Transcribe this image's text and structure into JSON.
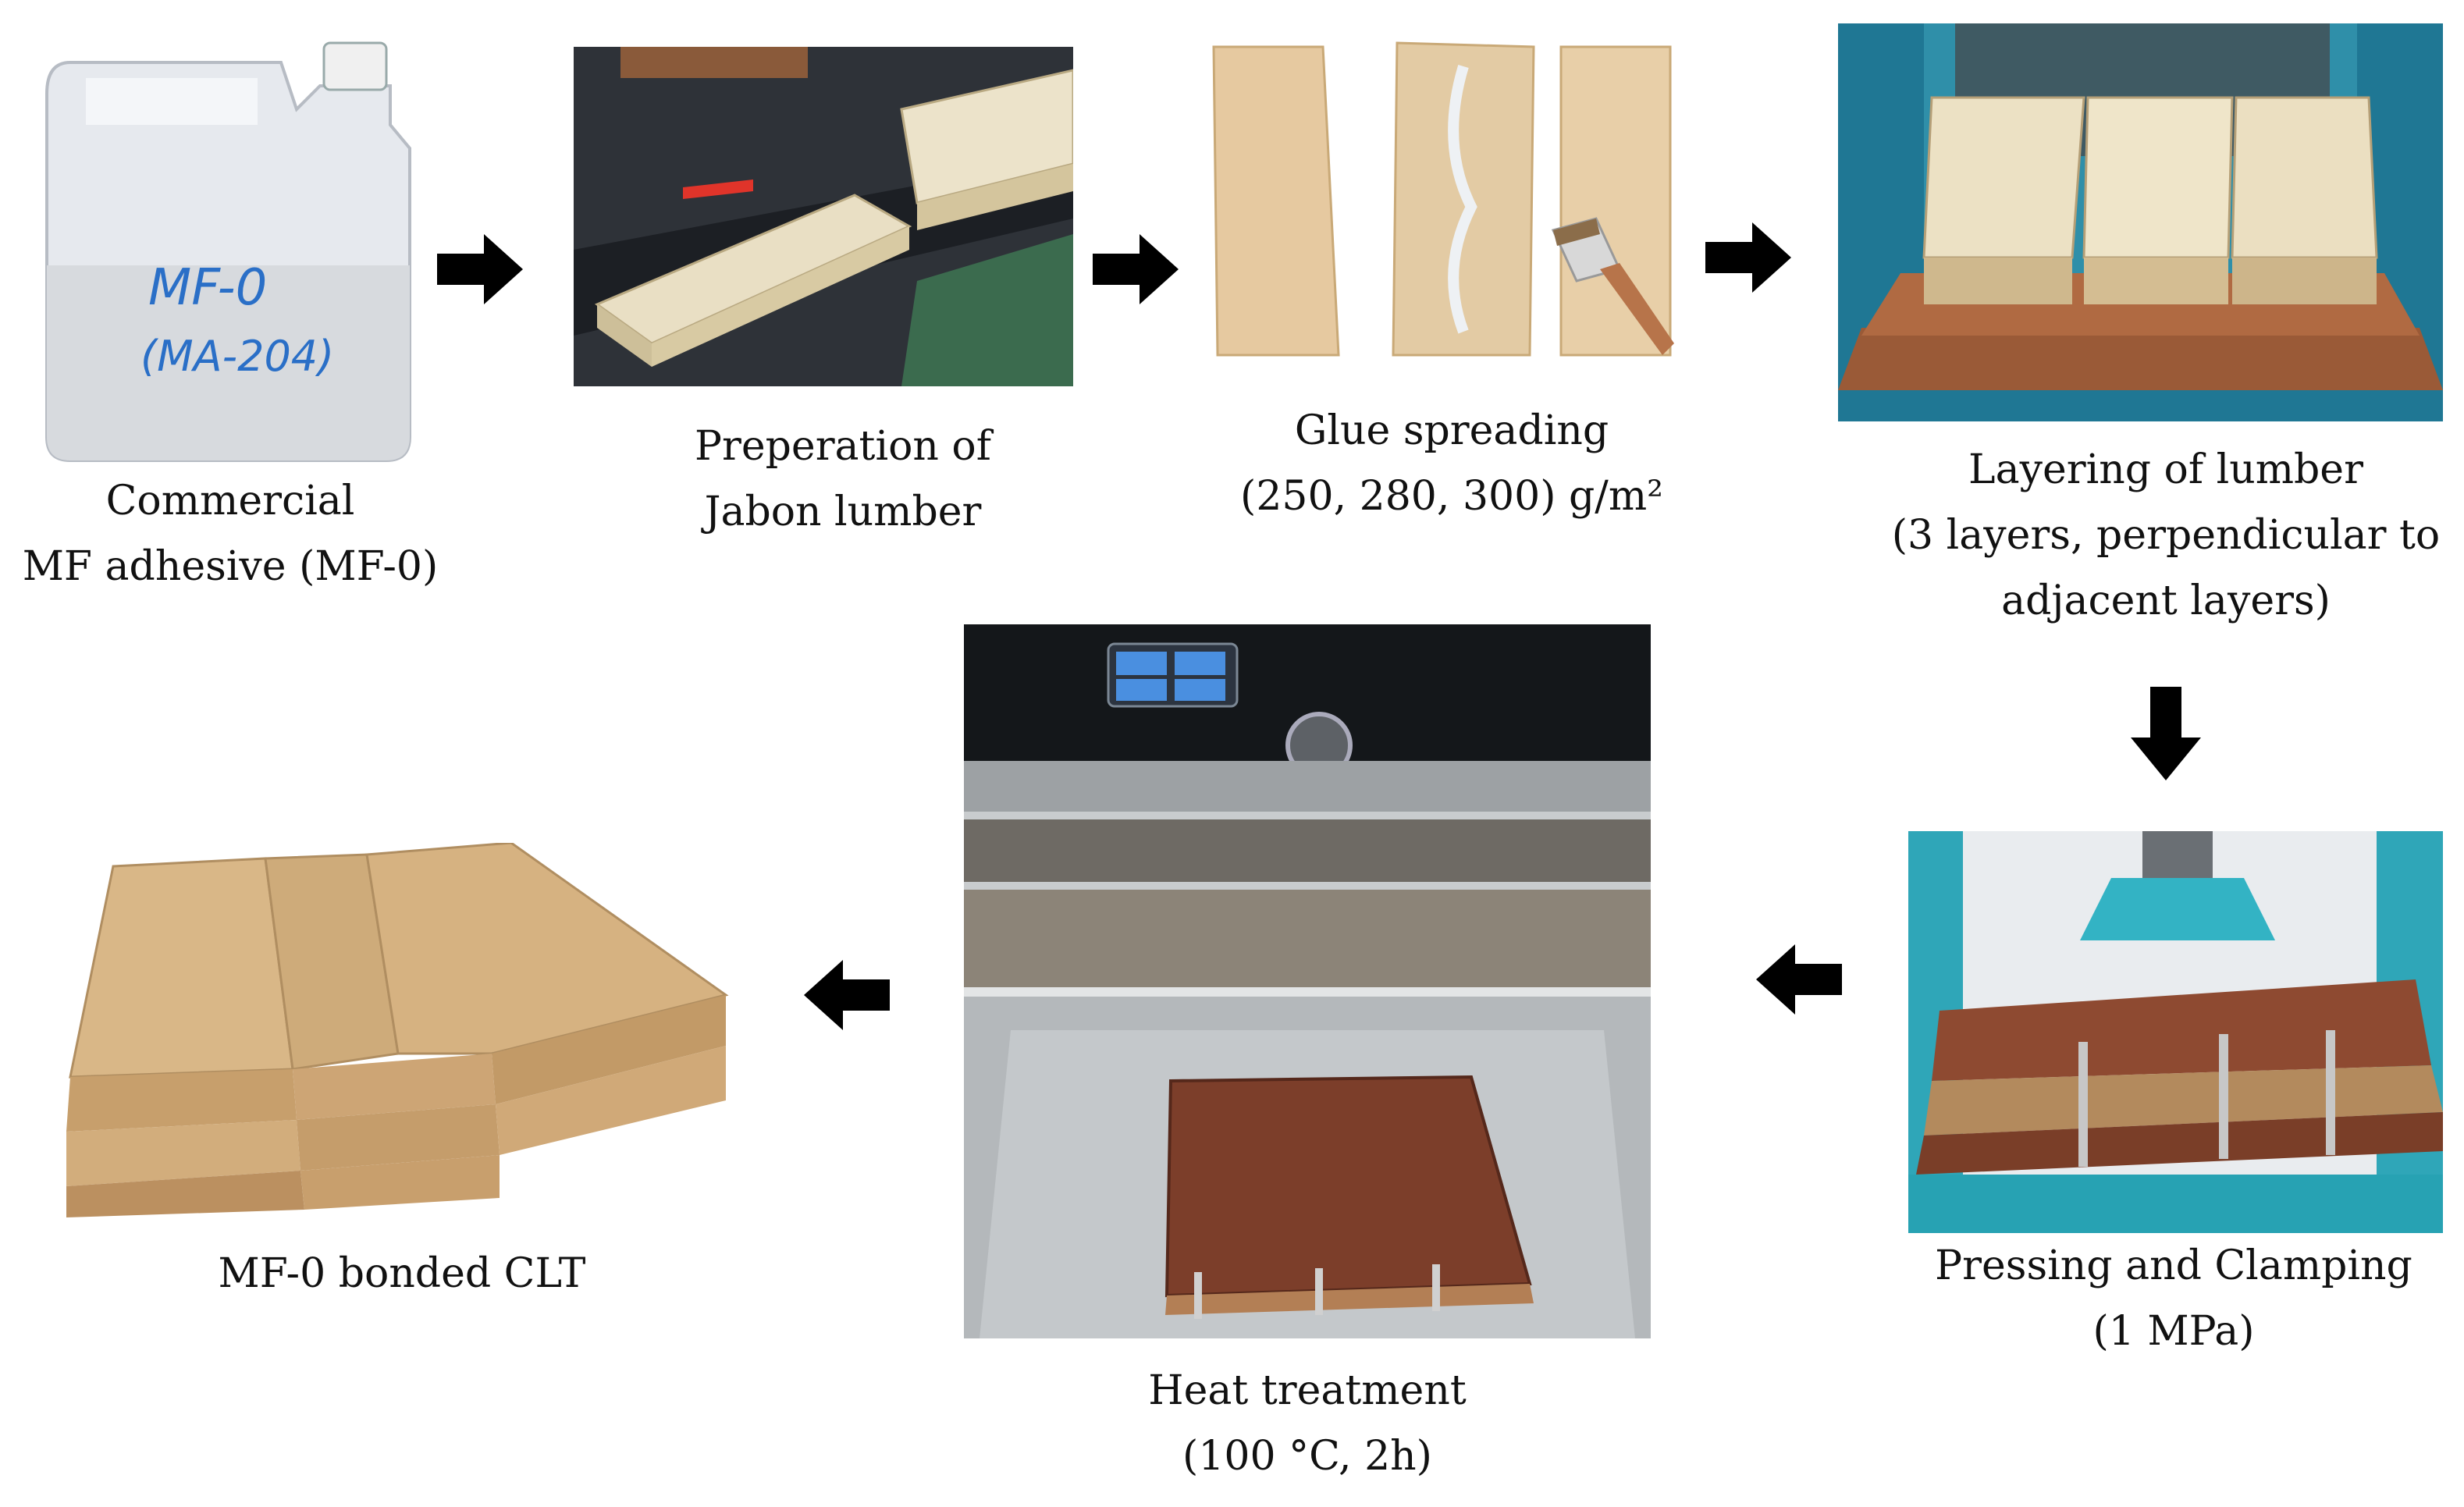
{
  "steps": {
    "step1": {
      "line1": "Commercial",
      "line2": "MF adhesive (MF-0)",
      "label_on_jug": [
        "MF-0",
        "(MA-204)"
      ]
    },
    "step2": {
      "line1": "Preperation of",
      "line2": "Jabon lumber"
    },
    "step3": {
      "line1": "Glue spreading",
      "line2": "(250, 280, 300) g/m²"
    },
    "step4": {
      "line1": "Layering of lumber",
      "line2": "(3 layers, perpendicular to",
      "line3": "adjacent layers)"
    },
    "step5": {
      "line1": "Pressing and Clamping",
      "line2": "(1 MPa)"
    },
    "step6": {
      "line1": "Heat treatment",
      "line2": "(100 °C, 2h)"
    },
    "step7": {
      "line1": "MF-0 bonded CLT"
    }
  },
  "colors": {
    "arrow": "#000000",
    "wood": "#e3cfa6",
    "press_frame": "#2fa6b8",
    "oven_steel": "#b9bcbe"
  }
}
